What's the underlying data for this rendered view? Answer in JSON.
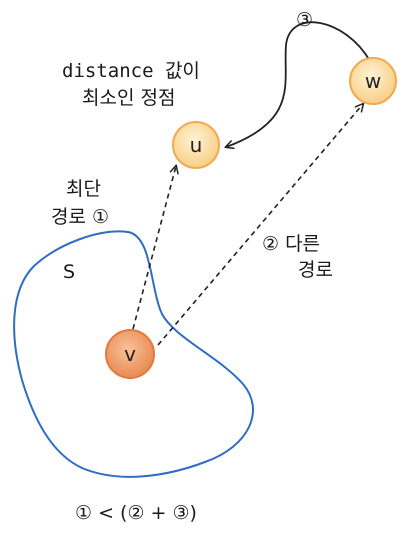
{
  "colors": {
    "region_stroke": "#2f6cc4",
    "node_light_fill": "#fbe1ad",
    "node_light_stroke": "#f1aa52",
    "node_dark_fill": "#f4a676",
    "node_dark_stroke": "#e2793e",
    "arrow": "#222222",
    "text": "#1a1a1a"
  },
  "labels": {
    "distance_line1": "distance 값이",
    "distance_line2": "최소인 정점",
    "shortest_line1": "최단",
    "shortest_line2": "경로 ①",
    "other_line1": "② 다른",
    "other_line2": "경로",
    "path3": "③",
    "set_s": "S",
    "inequality": "① < (② + ③)"
  },
  "nodes": {
    "u": "u",
    "w": "w",
    "v": "v"
  }
}
